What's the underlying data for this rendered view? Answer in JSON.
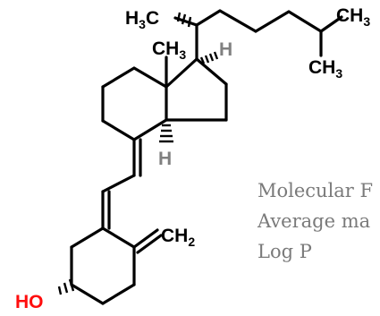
{
  "structure": {
    "atoms": {
      "methyl_top_left": "H3C",
      "methyl_top_right": "CH3",
      "methyl_lower_right": "CH3",
      "methyl_angular": "CH3",
      "h_upper": "H",
      "h_lower": "H",
      "methylene": "CH2",
      "hydroxyl": "HO"
    },
    "colors": {
      "bond": "#000000",
      "hydrogen": "#808080",
      "oxygen": "#ff0d0d"
    }
  },
  "properties": {
    "line1": "Molecular F",
    "line2": "Average ma",
    "line3": "Log P"
  }
}
